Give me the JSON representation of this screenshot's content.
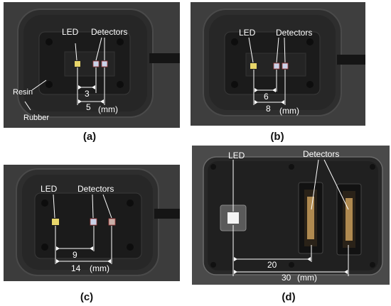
{
  "panels": {
    "a": {
      "caption": "(a)",
      "led": "LED",
      "detectors": "Detectors",
      "resin": "Resin",
      "rubber": "Rubber",
      "dim1": "3",
      "dim2": "5",
      "unit": "(mm)"
    },
    "b": {
      "caption": "(b)",
      "led": "LED",
      "detectors": "Detectors",
      "dim1": "6",
      "dim2": "8",
      "unit": "(mm)"
    },
    "c": {
      "caption": "(c)",
      "led": "LED",
      "detectors": "Detectors",
      "dim1": "9",
      "dim2": "14",
      "unit": "(mm)"
    },
    "d": {
      "caption": "(d)",
      "led": "LED",
      "detectors": "Detectors",
      "dim1": "20",
      "dim2": "30",
      "unit": "(mm)"
    }
  }
}
